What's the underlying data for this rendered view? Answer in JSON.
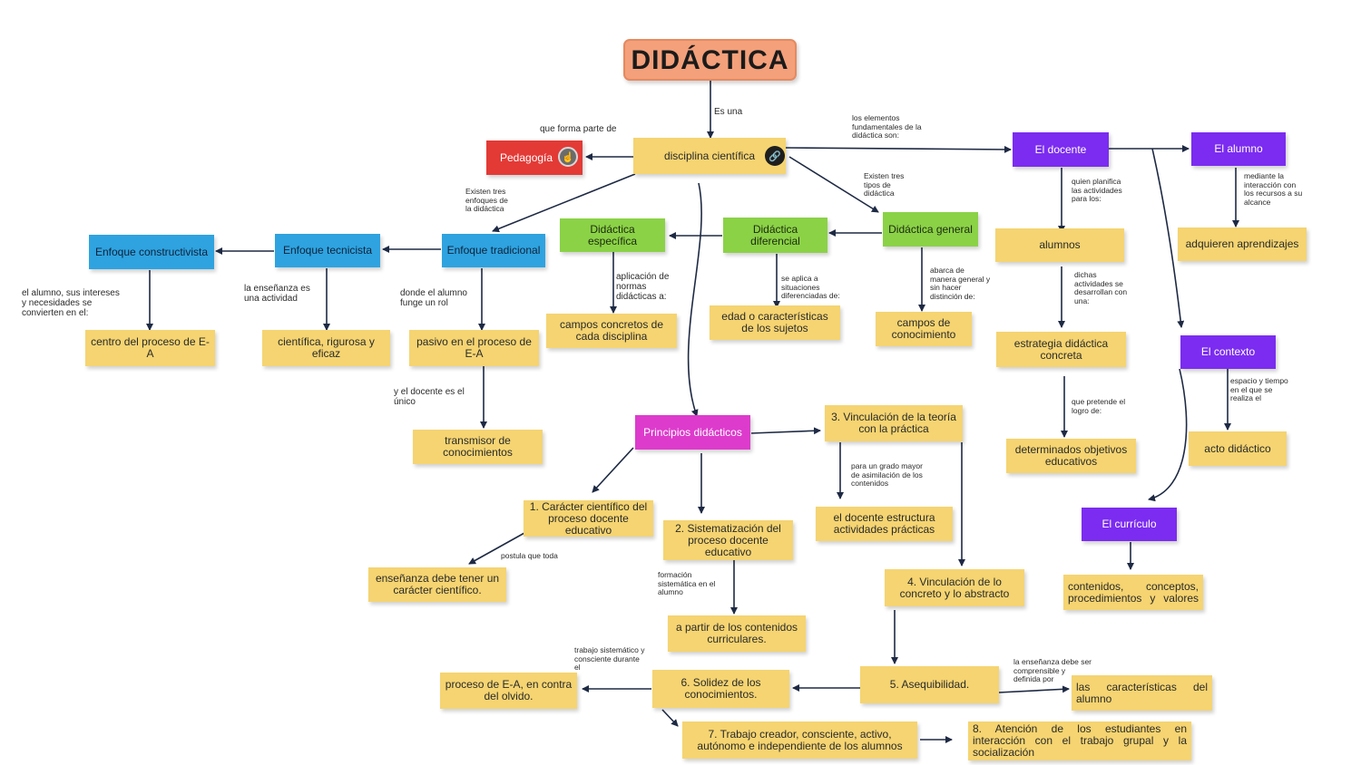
{
  "nodes": {
    "didactica": "DIDÁCTICA",
    "disciplina": "disciplina científica",
    "pedagogia": "Pedagogía",
    "docente": "El docente",
    "alumno": "El alumno",
    "enfoque_constructivista": "Enfoque constructivista",
    "enfoque_tecnicista": "Enfoque tecnicista",
    "enfoque_tradicional": "Enfoque tradicional",
    "didactica_especifica": "Didáctica específica",
    "didactica_diferencial": "Didáctica diferencial",
    "didactica_general": "Didáctica general",
    "alumnos": "alumnos",
    "adquieren": "adquieren aprendizajes",
    "centro_proceso": "centro del proceso de E-A",
    "cientifica_rigurosa": "científica, rigurosa y eficaz",
    "pasivo": "pasivo en el proceso de E-A",
    "campos_concretos": "campos concretos de cada disciplina",
    "edad": "edad o características de los sujetos",
    "campos_conocimiento": "campos de conocimiento",
    "estrategia": "estrategia didáctica concreta",
    "contexto": "El contexto",
    "transmisor": "transmisor de conocimientos",
    "principios": "Principios didácticos",
    "vinculacion_teoria": "3. Vinculación de la teoría con la práctica",
    "objetivos": "determinados objetivos educativos",
    "acto": "acto didáctico",
    "caracter": "1. Carácter científico del proceso docente educativo",
    "sistematizacion": "2. Sistematización del proceso docente educativo",
    "estructura": "el docente estructura actividades prácticas",
    "curriculo": "El currículo",
    "ensenanza_caracter": "enseñanza debe tener un carácter científico.",
    "vinculacion_concreto": "4. Vinculación de lo concreto y lo abstracto",
    "contenidos": "contenidos, conceptos, procedimientos y valores",
    "contenidos_curriculares": "a partir de los contenidos curriculares.",
    "proceso_olvido": "proceso de E-A, en contra del olvido.",
    "solidez": "6. Solidez de los conocimientos.",
    "asequibilidad": "5. Asequibilidad.",
    "caracteristicas_alumno": "las características del alumno",
    "trabajo_creador": "7. Trabajo creador, consciente, activo, autónomo e independiente de los alumnos",
    "atencion": "8. Atención de los estudiantes en interacción con el trabajo grupal y la socialización"
  },
  "labels": {
    "es_una": "Es una",
    "forma_parte": "que forma parte de",
    "elementos": "los elementos\nfundamentales de la\ndidáctica son:",
    "tres_tipos": "Existen tres\ntipos de\ndidáctica",
    "tres_enfoques": "Existen tres\nenfoques de\nla didáctica",
    "quien_planifica": "quien planifica\nlas actividades\npara los:",
    "mediante": "mediante la\ninteracción con\nlos recursos a su\nalcance",
    "alumno_intereses": "el alumno, sus intereses\ny necesidades se\nconvierten en el:",
    "ensenanza_actividad": "la enseñanza es\nuna actividad",
    "donde_alumno": "donde el alumno\nfunge un rol",
    "aplicacion": "aplicación de\nnormas\ndidácticas a:",
    "se_aplica": "se aplica a\nsituaciones\ndiferenciadas de:",
    "abarca": "abarca de\nmanera general y\nsin hacer\ndistinción de:",
    "dichas": "dichas\nactividades se\ndesarrollan con\nuna:",
    "docente_unico": "y el docente es el\núnico",
    "pretende": "que pretende el\nlogro de:",
    "espacio": "espacio y tiempo\nen el que se\nrealiza el",
    "grado_mayor": "para un grado mayor\nde asimilación de los\ncontenidos",
    "postula": "postula que toda",
    "formacion": "formación\nsistemática en el\nalumno",
    "trabajo_sistematico": "trabajo sistemático y\nconsciente durante\nel",
    "comprensible": "la enseñanza debe ser\ncomprensible y\ndefinida por"
  },
  "icons": [
    "link-icon",
    "hand-pointer-icon"
  ],
  "colors": {
    "title": "#f4a07a",
    "yellow": "#f5d471",
    "blue": "#2ea3e0",
    "green": "#8bd247",
    "purple": "#7b2cf0",
    "red": "#e33a36",
    "pink": "#dd3bcc",
    "edge": "#1e2a44"
  }
}
